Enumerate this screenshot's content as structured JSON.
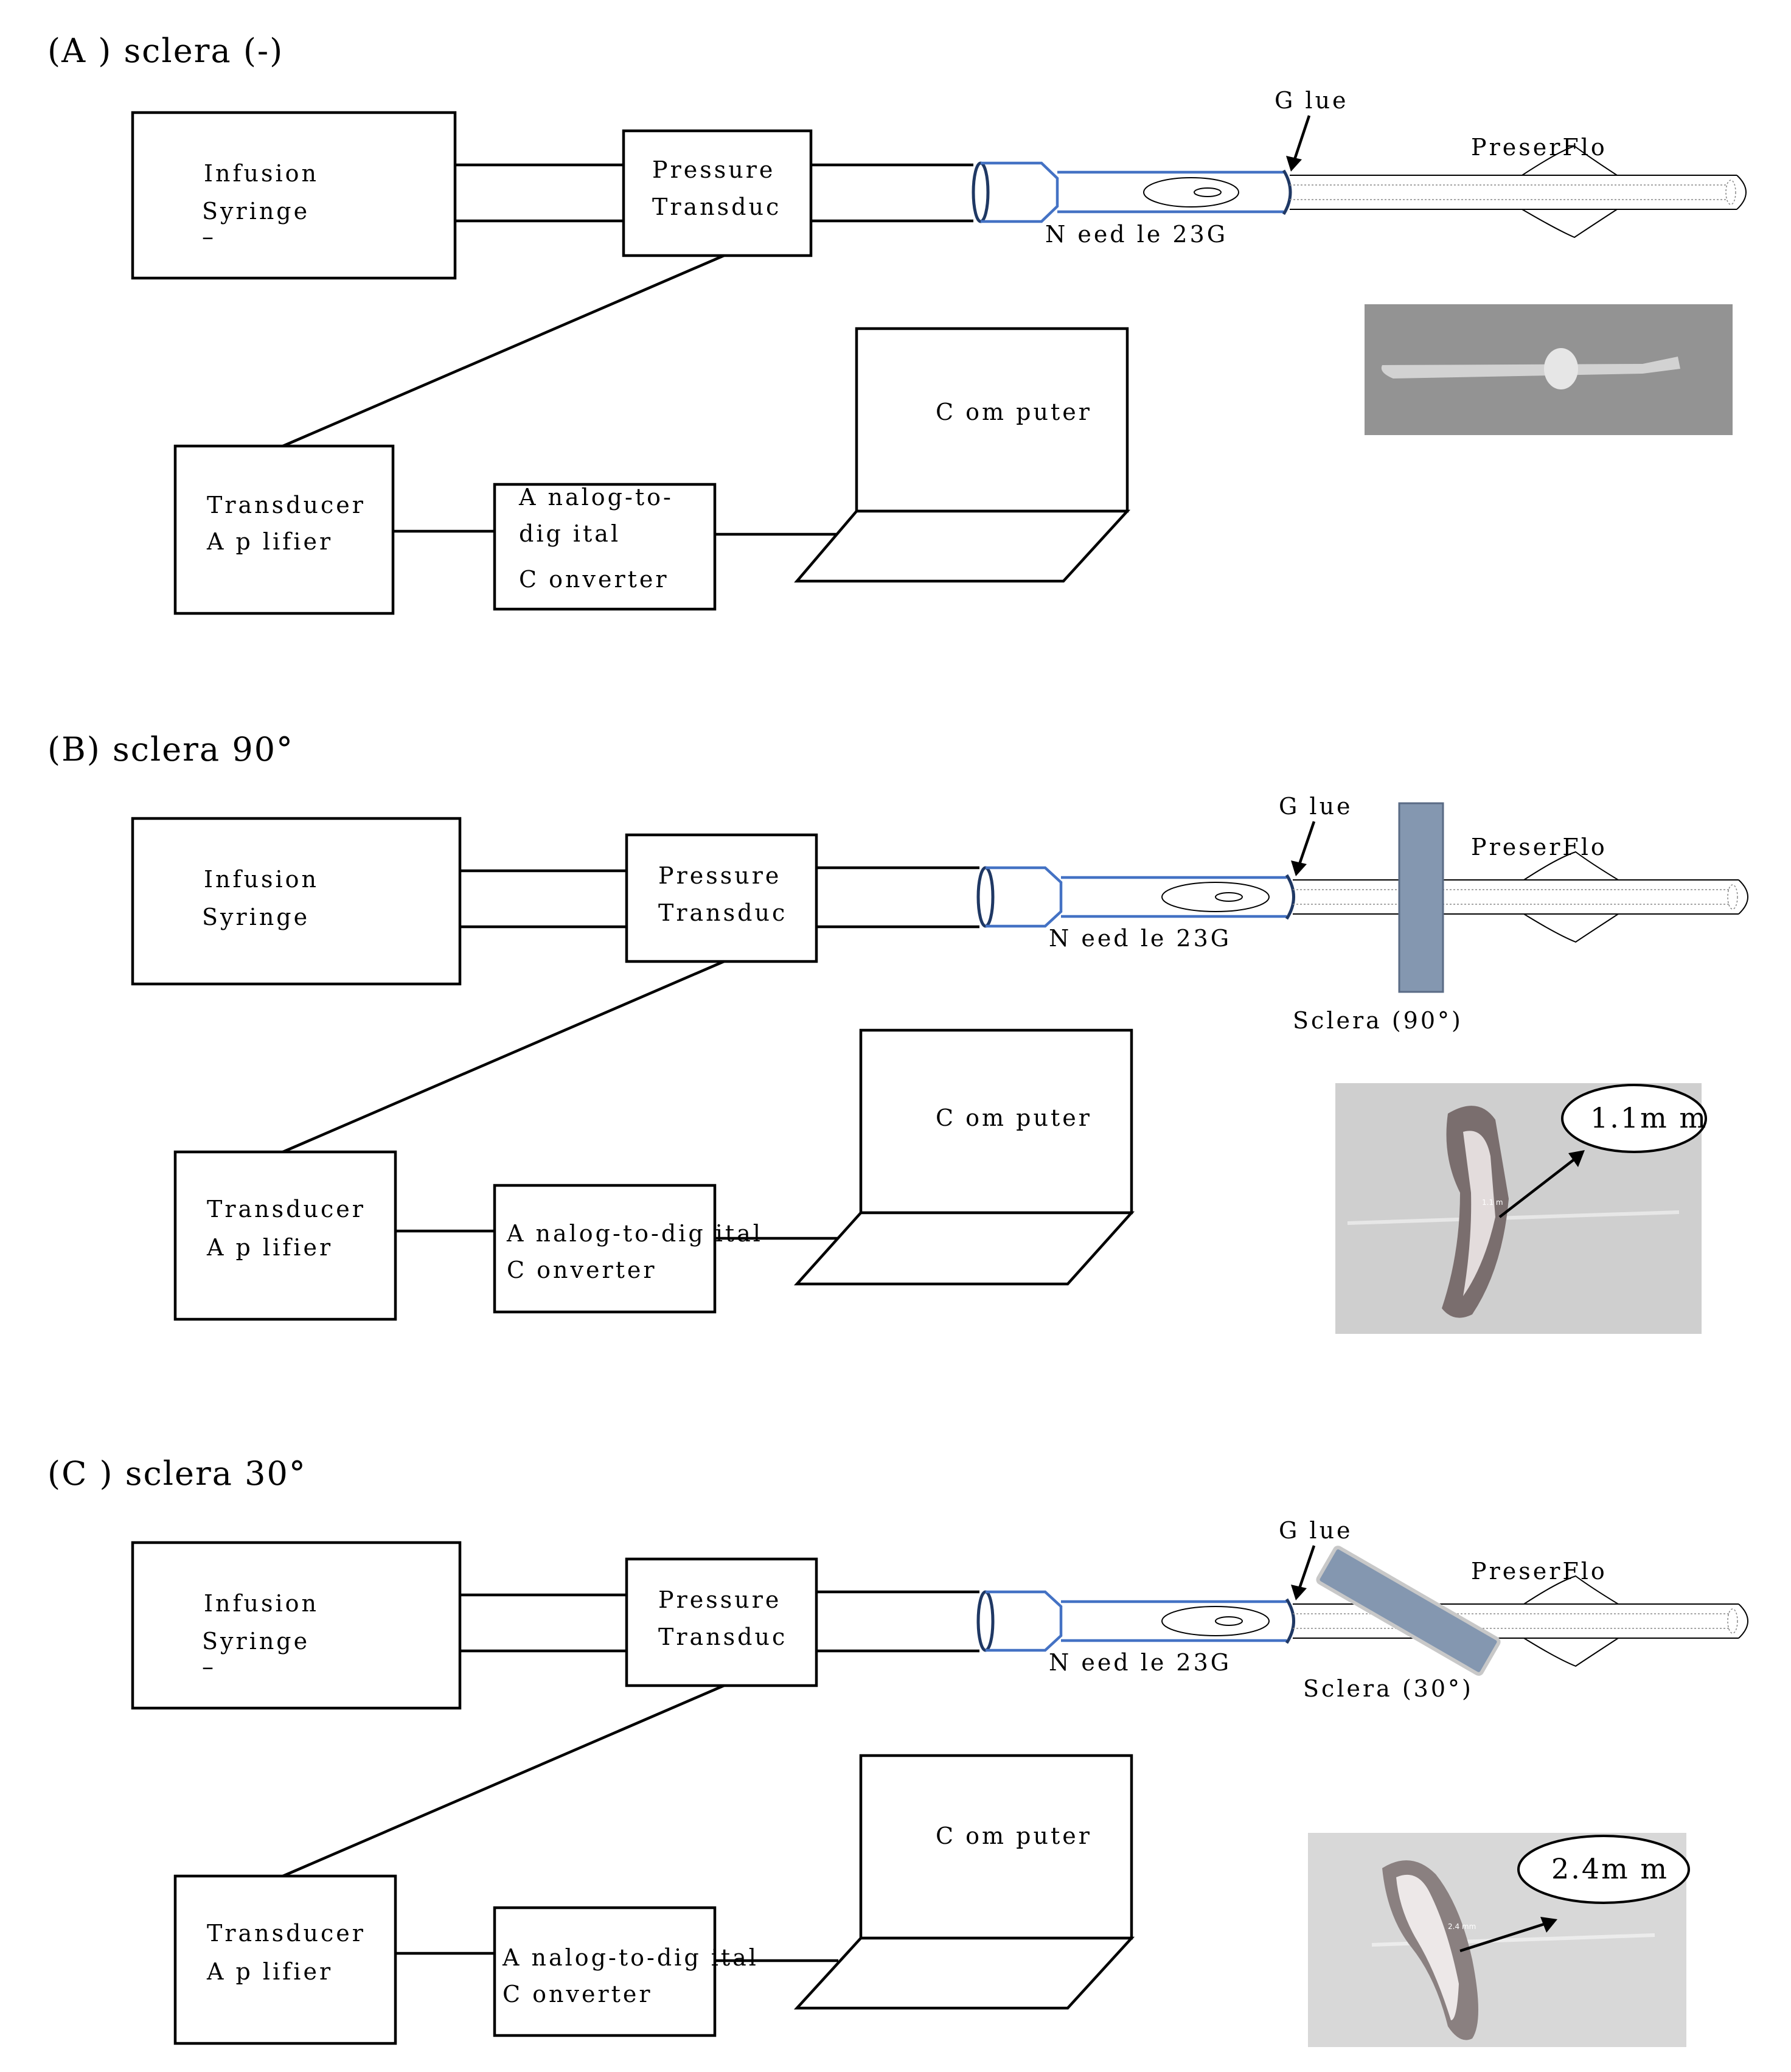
{
  "panels": [
    {
      "heading": "(A ) sclera (-)",
      "syringe": [
        "Infusion",
        "Syringe",
        "–"
      ],
      "transducer": [
        "Pressure",
        "Transduc"
      ],
      "needle": "N eed le 23G",
      "glue": "G lue",
      "implant": "PreserFlo",
      "amplifier": [
        "Transducer",
        "A p lifier"
      ],
      "converter": [
        "A nalog-to-",
        "dig ital",
        "C onverter"
      ],
      "computer": "C om puter",
      "sclera_label": "",
      "measurement": ""
    },
    {
      "heading": "(B) sclera 90°",
      "syringe": [
        "Infusion",
        "Syringe"
      ],
      "transducer": [
        "Pressure",
        "Transduc"
      ],
      "needle": "N eed le 23G",
      "glue": "G lue",
      "implant": "PreserFlo",
      "amplifier": [
        "Transducer",
        "A p lifier"
      ],
      "converter": [
        "A nalog-to-dig ital",
        "C onverter"
      ],
      "computer": "C om puter",
      "sclera_label": "Sclera (90°)",
      "measurement": "1.1m m",
      "photo_scale_label": "1.1 m"
    },
    {
      "heading": "(C ) sclera 30°",
      "syringe": [
        "Infusion",
        "Syringe",
        "–"
      ],
      "transducer": [
        "Pressure",
        "Transduc"
      ],
      "needle": "N eed le 23G",
      "glue": "G lue",
      "implant": "PreserFlo",
      "amplifier": [
        "Transducer",
        "A p lifier"
      ],
      "converter": [
        "A nalog-to-dig ital",
        "C onverter"
      ],
      "computer": "C om puter",
      "sclera_label": "Sclera (30°)",
      "measurement": "2.4m m",
      "photo_scale_label": "2.4 mm"
    }
  ],
  "colors": {
    "needle": "#4472c4",
    "needle_rim": "#1f3864",
    "sclera": "#8497b0",
    "photo_bg_a": "#8c8c8c"
  }
}
